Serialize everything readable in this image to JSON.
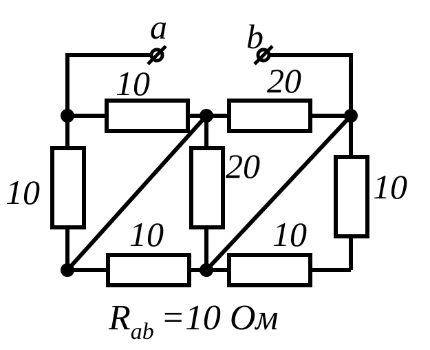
{
  "terminals": {
    "a": "a",
    "b": "b"
  },
  "resistors": {
    "top_left": "10",
    "top_right": "20",
    "left": "10",
    "middle": "20",
    "right": "10",
    "bottom_left": "10",
    "bottom_right": "10"
  },
  "result": {
    "symbol": "R",
    "subscript": "ab",
    "value": "=10 Ом"
  }
}
